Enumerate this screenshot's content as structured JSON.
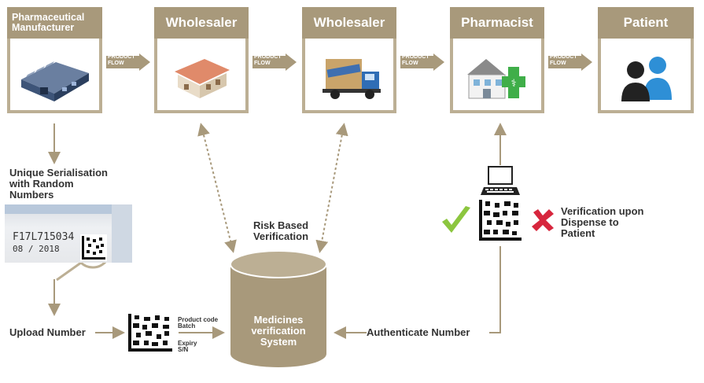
{
  "flow_boxes": [
    {
      "label": "Pharmaceutical Manufacturer",
      "icon": "factory-icon"
    },
    {
      "label": "Wholesaler",
      "icon": "warehouse-icon"
    },
    {
      "label": "Wholesaler",
      "icon": "delivery-truck-icon"
    },
    {
      "label": "Pharmacist",
      "icon": "pharmacy-icon"
    },
    {
      "label": "Patient",
      "icon": "people-icon"
    }
  ],
  "flow_arrow_label": "PRODUCT FLOW",
  "serialisation_label": "Unique Serialisation with Random Numbers",
  "package_text": {
    "code": "F17L715034",
    "date": "08 / 2018"
  },
  "upload_label": "Upload Number",
  "barcode_labels": {
    "product": "Product code",
    "batch": "Batch",
    "expiry": "Expiry",
    "sn": "S/N"
  },
  "risk_label": "Risk Based Verification",
  "database_label": "Medicines verification System",
  "authenticate_label": "Authenticate Number",
  "verification_label": "Verification upon Dispense to Patient",
  "colors": {
    "gold": "#a8997b",
    "gold_light": "#bcaf94",
    "check": "#8cc63f",
    "cross": "#d7263d"
  }
}
